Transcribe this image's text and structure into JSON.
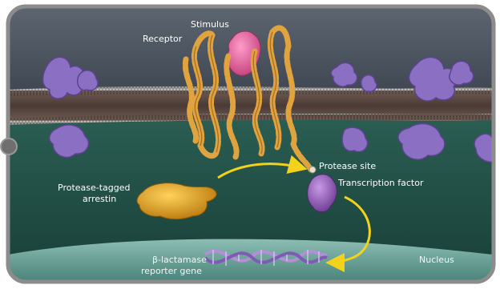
{
  "labels": {
    "stimulus": "Stimulus",
    "receptor": "Receptor",
    "protease_site": "Protease site",
    "transcription_factor": "Transcription factor",
    "protease_tagged_line1": "Protease-tagged",
    "protease_tagged_line2": "arrestin",
    "nucleus": "Nucleus",
    "reporter_line1": "β-lactamase",
    "reporter_line2": "reporter gene"
  },
  "colors": {
    "frame_border": "#8c8c8c",
    "upper_bg": "#4a5360",
    "membrane": "#5a4a44",
    "cytoplasm": "#1f4e44",
    "nucleus": "#6fa39a",
    "receptor": "#d9a23a",
    "stimulus": "#e06aa0",
    "arrestin": "#e2a21c",
    "transcription_factor": "#9a5fbf",
    "arrow": "#f3d21c",
    "side_proteins": "#8a6fc2"
  }
}
